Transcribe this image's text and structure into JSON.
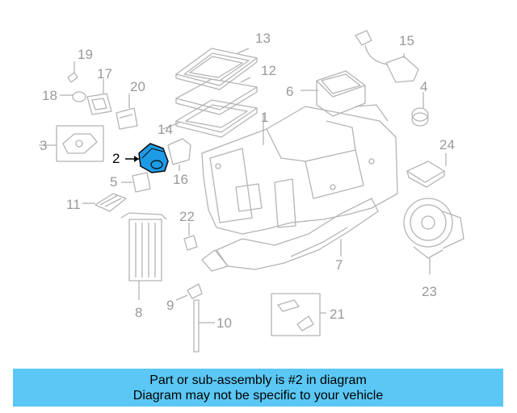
{
  "diagram": {
    "callouts": [
      {
        "id": "c1",
        "label": "1"
      },
      {
        "id": "c2",
        "label": "2"
      },
      {
        "id": "c3",
        "label": "3"
      },
      {
        "id": "c4",
        "label": "4"
      },
      {
        "id": "c5",
        "label": "5"
      },
      {
        "id": "c6",
        "label": "6"
      },
      {
        "id": "c7",
        "label": "7"
      },
      {
        "id": "c8",
        "label": "8"
      },
      {
        "id": "c9",
        "label": "9"
      },
      {
        "id": "c10",
        "label": "10"
      },
      {
        "id": "c11",
        "label": "11"
      },
      {
        "id": "c12",
        "label": "12"
      },
      {
        "id": "c13",
        "label": "13"
      },
      {
        "id": "c14",
        "label": "14"
      },
      {
        "id": "c15",
        "label": "15"
      },
      {
        "id": "c16",
        "label": "16"
      },
      {
        "id": "c17",
        "label": "17"
      },
      {
        "id": "c18",
        "label": "18"
      },
      {
        "id": "c19",
        "label": "19"
      },
      {
        "id": "c20",
        "label": "20"
      },
      {
        "id": "c21",
        "label": "21"
      },
      {
        "id": "c22",
        "label": "22"
      },
      {
        "id": "c23",
        "label": "23"
      },
      {
        "id": "c24",
        "label": "24"
      }
    ],
    "highlighted_part": "2",
    "highlight_color": "#1e9be6",
    "line_color": "#b4b4b4"
  },
  "banner": {
    "line1": "Part or sub-assembly is #2 in diagram",
    "line2": "Diagram may not be specific to your vehicle",
    "background": "#5bc7f4"
  }
}
